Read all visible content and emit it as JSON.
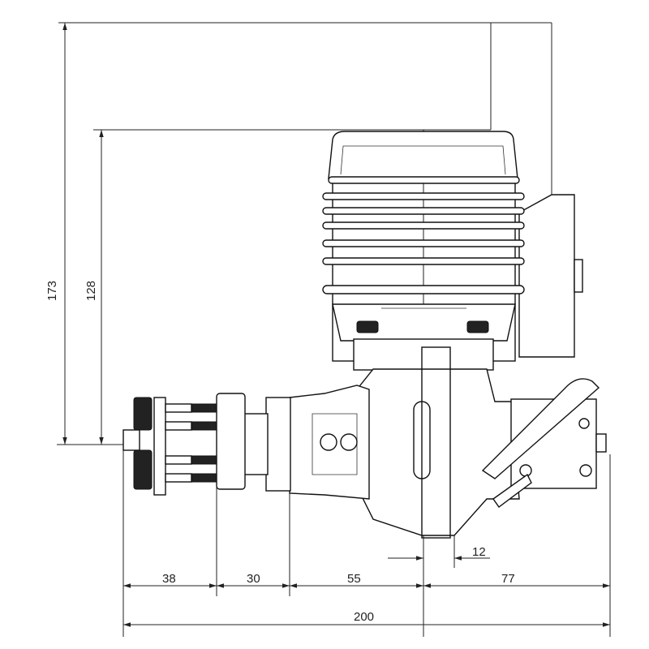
{
  "dimensions": {
    "overall_height": "173",
    "cylinder_height": "128",
    "prop_hub_length": "38",
    "spacer_length": "30",
    "crankcase_front": "55",
    "rear_length": "77",
    "offset": "12",
    "overall_length": "200"
  }
}
